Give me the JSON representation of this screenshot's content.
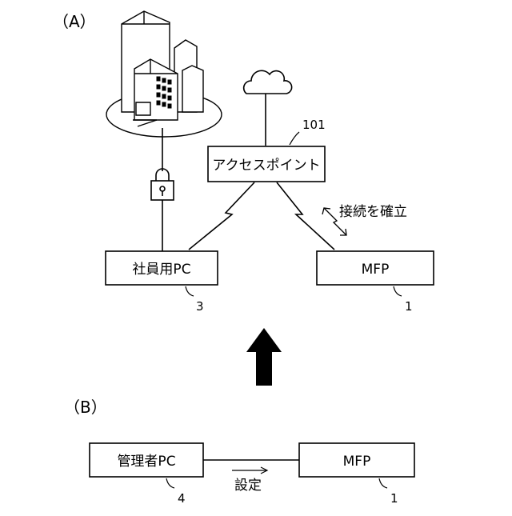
{
  "panel_a": {
    "label": "（A）",
    "access_point": {
      "label": "アクセスポイント",
      "ref": "101"
    },
    "employee_pc": {
      "label": "社員用PC",
      "ref": "3"
    },
    "mfp": {
      "label": "MFP",
      "ref": "1"
    },
    "connection_label": "接続を確立"
  },
  "panel_b": {
    "label": "（B）",
    "admin_pc": {
      "label": "管理者PC",
      "ref": "4"
    },
    "mfp": {
      "label": "MFP",
      "ref": "1"
    },
    "setting_label": "設定"
  }
}
